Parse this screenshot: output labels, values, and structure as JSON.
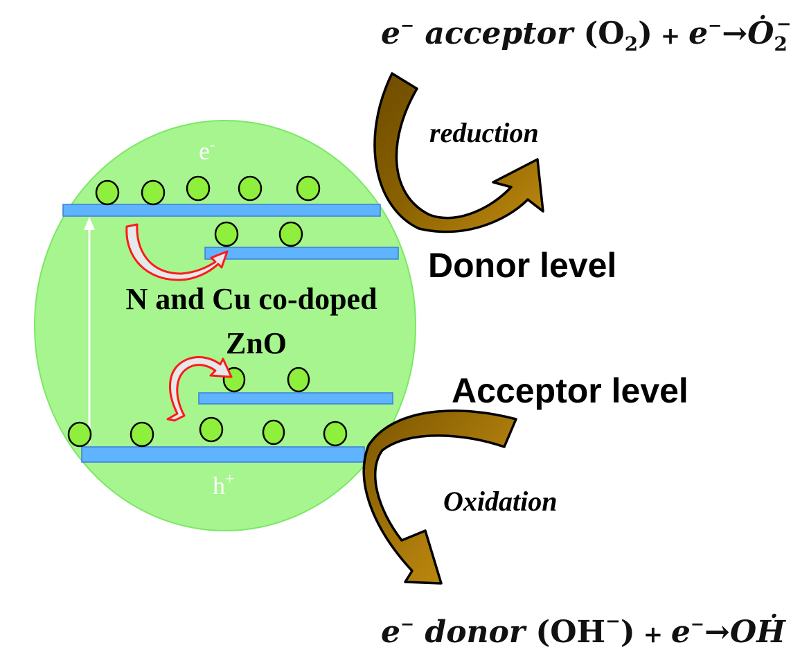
{
  "equations": {
    "reduction": {
      "prefix": "e",
      "prefix_sup": "−",
      "word": " acceptor ",
      "species": "(O",
      "species_sub": "2",
      "species_close": ")",
      "plus": " + ",
      "electron": "e",
      "electron_sup": "−",
      "arrow": "→",
      "product": "Ȯ",
      "product_sub": "2",
      "product_sup": "−"
    },
    "oxidation": {
      "prefix": "e",
      "prefix_sup": "−",
      "word": " donor ",
      "species": "(OH",
      "species_sup": "−",
      "species_close": ")",
      "plus": " + ",
      "electron": "e",
      "electron_sup": "−",
      "arrow": "→",
      "product": "OḢ"
    }
  },
  "labels": {
    "reduction": "reduction",
    "oxidation": "Oxidation",
    "donor_level": "Donor level",
    "acceptor_level": "Acceptor level",
    "material_line1": "N and Cu co-doped",
    "material_line2": "ZnO",
    "electron": "e",
    "electron_sup": "-",
    "hole": "h",
    "hole_sup": "+"
  },
  "colors": {
    "particle_fill": "#a6f58e",
    "particle_edge": "#7be865",
    "band_fill": "#5fb3ff",
    "band_edge": "#3a7fd6",
    "electron_fill": "#8ef03c",
    "arrow_brown_dark": "#7a5500",
    "arrow_brown_light": "#c08a10",
    "transfer_arrow_edge": "#ff1a1a",
    "transfer_arrow_fill": "#d8dde0"
  }
}
